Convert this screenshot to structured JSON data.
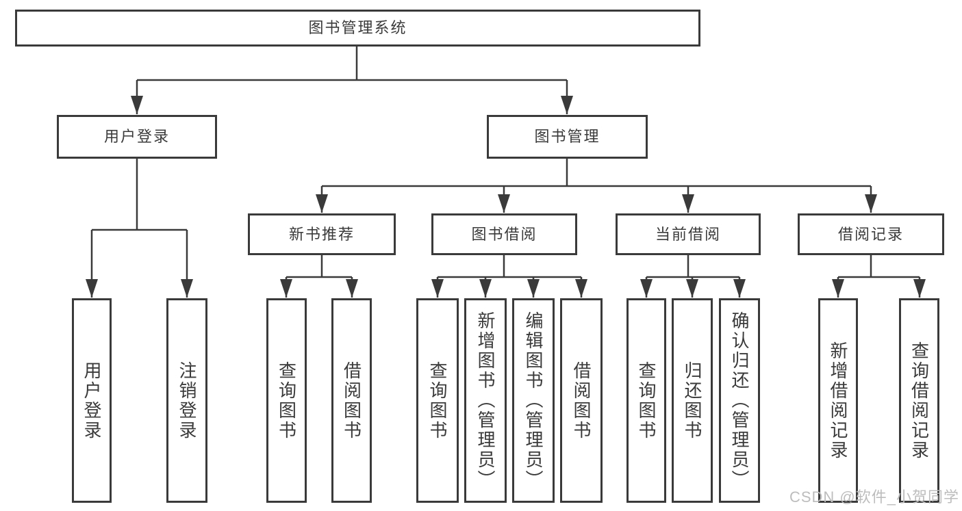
{
  "diagram": {
    "root": {
      "label": "图书管理系统"
    },
    "level2": [
      {
        "id": "user-login",
        "label": "用户登录"
      },
      {
        "id": "book-management",
        "label": "图书管理"
      }
    ],
    "level3": [
      {
        "id": "new-book-recommend",
        "label": "新书推荐"
      },
      {
        "id": "book-borrowing",
        "label": "图书借阅"
      },
      {
        "id": "current-borrowing",
        "label": "当前借阅"
      },
      {
        "id": "borrow-records",
        "label": "借阅记录"
      }
    ],
    "leaves": [
      {
        "id": "user-login-action",
        "label": "用户登录"
      },
      {
        "id": "logout-action",
        "label": "注销登录"
      },
      {
        "id": "query-books-1",
        "label": "查询图书"
      },
      {
        "id": "borrow-book-1",
        "label": "借阅图书"
      },
      {
        "id": "query-books-2",
        "label": "查询图书"
      },
      {
        "id": "add-book-admin",
        "label": "新增图书（管理员）"
      },
      {
        "id": "edit-book-admin",
        "label": "编辑图书（管理员）"
      },
      {
        "id": "borrow-book-2",
        "label": "借阅图书"
      },
      {
        "id": "query-books-3",
        "label": "查询图书"
      },
      {
        "id": "return-book",
        "label": "归还图书"
      },
      {
        "id": "confirm-return-admin",
        "label": "确认归还（管理员）"
      },
      {
        "id": "add-borrow-record",
        "label": "新增借阅记录"
      },
      {
        "id": "query-borrow-record",
        "label": "查询借阅记录"
      }
    ],
    "watermark": "CSDN @软件_小贺同学",
    "colors": {
      "line": "#3a3a3a",
      "text": "#3a3a3a",
      "background": "#ffffff",
      "watermark": "#bdbdbd"
    }
  }
}
